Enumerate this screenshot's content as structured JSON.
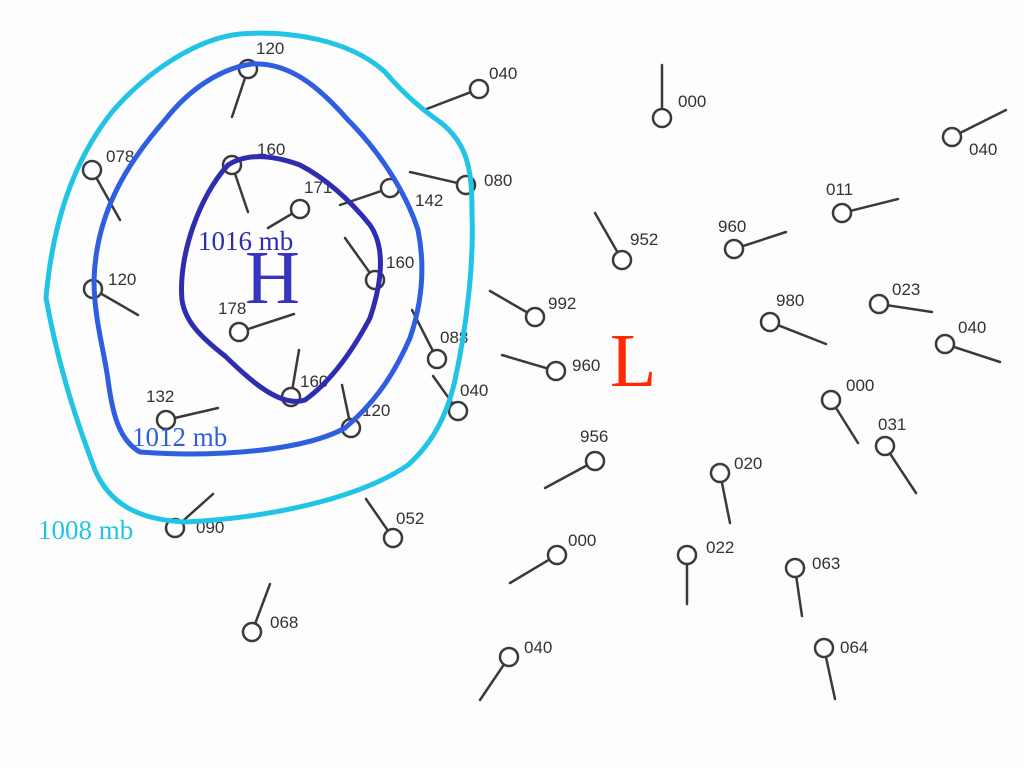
{
  "stations": [
    {
      "label": "120"
    },
    {
      "label": "040"
    },
    {
      "label": "000"
    },
    {
      "label": "040"
    },
    {
      "label": "078"
    },
    {
      "label": "160"
    },
    {
      "label": "171"
    },
    {
      "label": "142"
    },
    {
      "label": "080"
    },
    {
      "label": "011"
    },
    {
      "label": "960"
    },
    {
      "label": "952"
    },
    {
      "label": "120"
    },
    {
      "label": "160"
    },
    {
      "label": "178"
    },
    {
      "label": "992"
    },
    {
      "label": "980"
    },
    {
      "label": "023"
    },
    {
      "label": "040"
    },
    {
      "label": "088"
    },
    {
      "label": "960"
    },
    {
      "label": "160"
    },
    {
      "label": "040"
    },
    {
      "label": "000"
    },
    {
      "label": "132"
    },
    {
      "label": "120"
    },
    {
      "label": "031"
    },
    {
      "label": "956"
    },
    {
      "label": "020"
    },
    {
      "label": "090"
    },
    {
      "label": "052"
    },
    {
      "label": "000"
    },
    {
      "label": "022"
    },
    {
      "label": "063"
    },
    {
      "label": "068"
    },
    {
      "label": "040"
    },
    {
      "label": "064"
    }
  ],
  "isobars": [
    {
      "label": "1016 mb",
      "color": "#2e2db0"
    },
    {
      "label": "1012 mb",
      "color": "#2f5ee0"
    },
    {
      "label": "1008 mb",
      "color": "#22c4e6"
    }
  ],
  "centers": {
    "high": {
      "label": "H",
      "color": "#3535c0"
    },
    "low": {
      "label": "L",
      "color": "#ff2a00"
    }
  }
}
